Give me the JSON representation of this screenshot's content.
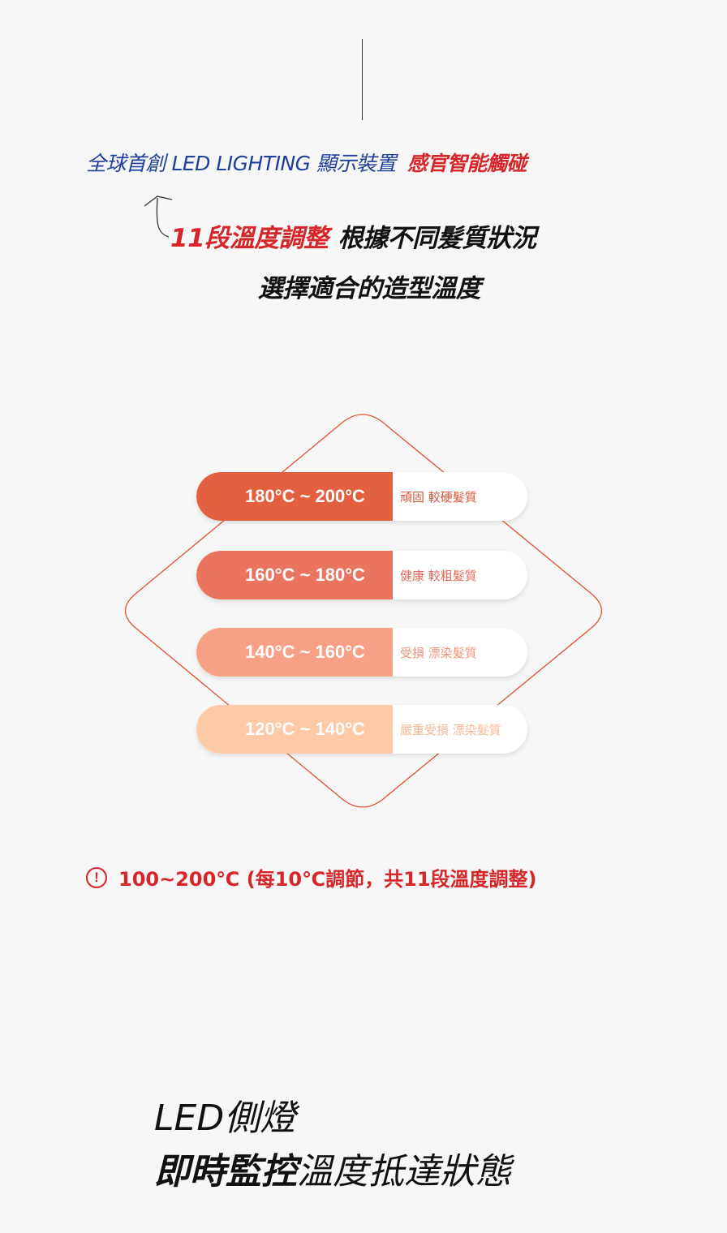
{
  "intro": {
    "blue_text": "全球首創 LED LIGHTING 顯示裝置",
    "red_text": "感官智能觸碰"
  },
  "feature": {
    "highlight": "11段溫度調整",
    "rest": "根據不同髮質狀況",
    "line2": "選擇適合的造型溫度"
  },
  "levels": [
    {
      "range": "180°C ~ 200°C",
      "desc": "頑固 較硬髮質",
      "color": "#e2603f",
      "text_color": "#d8553a"
    },
    {
      "range": "160°C ~ 180°C",
      "desc": "健康 較粗髮質",
      "color": "#ea7460",
      "text_color": "#e06a55"
    },
    {
      "range": "140°C ~ 160°C",
      "desc": "受損 漂染髮質",
      "color": "#f7a086",
      "text_color": "#f0937a"
    },
    {
      "range": "120°C ~ 140°C",
      "desc": "嚴重受損 漂染髮質",
      "color": "#fec9a6",
      "text_color": "#f9b796"
    }
  ],
  "note": {
    "icon": "exclamation-circle-icon",
    "text": "100~200℃ (每10℃調節，共11段溫度調整)"
  },
  "bottom": {
    "line1": "LED側燈",
    "line2_bold": "即時監控",
    "line2_rest": "溫度抵達狀態"
  },
  "colors": {
    "accent_red": "#d7262a",
    "brand_blue": "#1f3f9a",
    "diamond_stroke": "#e0532f"
  }
}
